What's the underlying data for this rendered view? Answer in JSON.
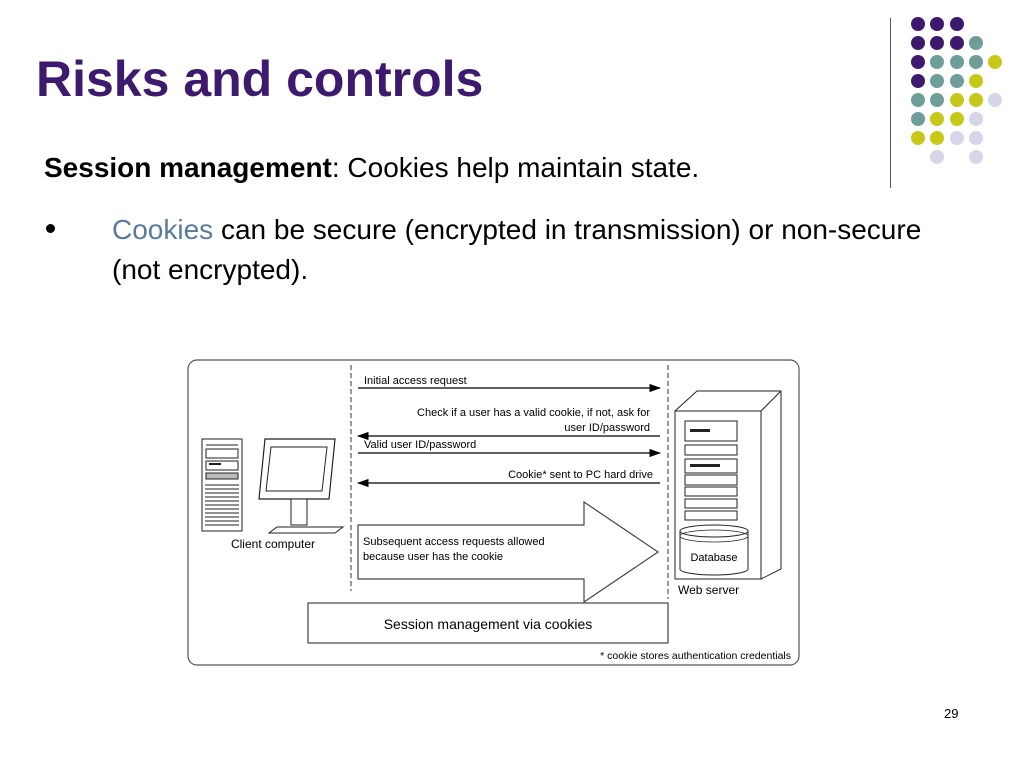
{
  "slide": {
    "title": "Risks and controls",
    "heading_bold": "Session management",
    "heading_rest": ": Cookies help maintain state.",
    "bullet_link": "Cookies",
    "bullet_text": " can be secure (encrypted in transmission) or non-secure (not encrypted).",
    "page_number": "29"
  },
  "colors": {
    "title": "#3d1a6e",
    "purple": "#3d1a6e",
    "teal": "#6f9e9a",
    "yellow": "#c8c81a",
    "lavender": "#d6d6e8",
    "link": "#5a7a9a"
  },
  "diagram": {
    "arrows": [
      {
        "label": "Initial access request",
        "direction": "right"
      },
      {
        "label": "Check if a user has a valid cookie, if not, ask for",
        "label2": "user ID/password",
        "direction": "left"
      },
      {
        "label": "Valid user ID/password",
        "direction": "right"
      },
      {
        "label": "Cookie* sent to PC hard drive",
        "direction": "left"
      }
    ],
    "big_arrow_line1": "Subsequent access requests allowed",
    "big_arrow_line2": "because user has the cookie",
    "client_label": "Client computer",
    "database_label": "Database",
    "server_label": "Web server",
    "session_box_label": "Session management via cookies",
    "footnote": "* cookie stores authentication credentials"
  }
}
